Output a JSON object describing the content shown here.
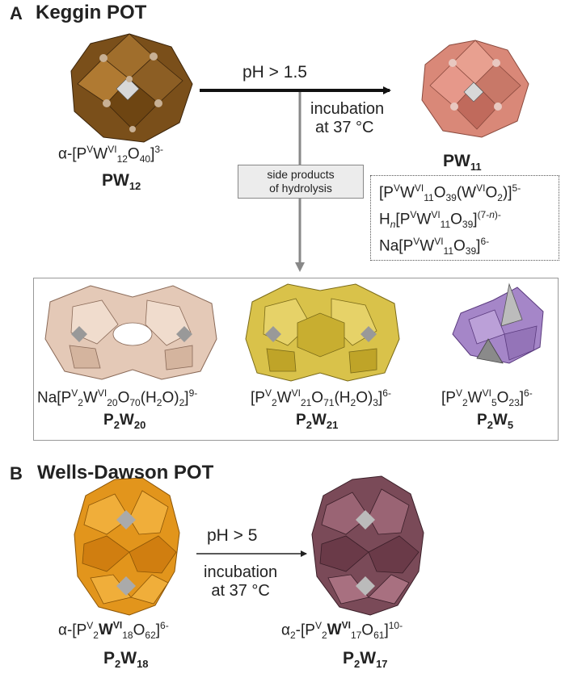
{
  "sectionA": {
    "letter": "A",
    "title": "Keggin POT",
    "arrow_condition": "pH > 1.5",
    "incubation_l1": "incubation",
    "incubation_l2": "at 37 °C",
    "side_box_l1": "side products",
    "side_box_l2": "of hydrolysis",
    "pw12": {
      "prefix": "α",
      "code": "PW",
      "code_sub": "12"
    },
    "pw11": {
      "code": "PW",
      "code_sub": "11"
    },
    "pw11_species": [
      "[PVWVI11O39(WVIO2)]5-",
      "Hn[PVWVI11O39](7-n)-",
      "Na[PVWVI11O39]6-"
    ],
    "products": [
      {
        "formula": "Na[PV2WVI20O70(H2O)2]9-",
        "code": "P2W20"
      },
      {
        "formula": "[PV2WVI21O71(H2O)3]6-",
        "code": "P2W21"
      },
      {
        "formula": "[PV2WVI5O23]6-",
        "code": "P2W5"
      }
    ]
  },
  "sectionB": {
    "letter": "B",
    "title": "Wells-Dawson POT",
    "arrow_condition": "pH > 5",
    "incubation_l1": "incubation",
    "incubation_l2": "at 37 °C",
    "p2w18": {
      "prefix": "α",
      "code": "P2W18"
    },
    "p2w17": {
      "prefix": "α",
      "prefix_sub": "2",
      "code": "P2W17"
    }
  },
  "colors": {
    "pw12": "#8a5a1e",
    "pw11": "#d98878",
    "p2w20": "#e4c9b7",
    "p2w21": "#d9c24a",
    "p2w5": "#a586c8",
    "p2w18": "#e2951c",
    "p2w17": "#7a4a58",
    "arrow_main": "#111111",
    "arrow_side": "#888888"
  }
}
